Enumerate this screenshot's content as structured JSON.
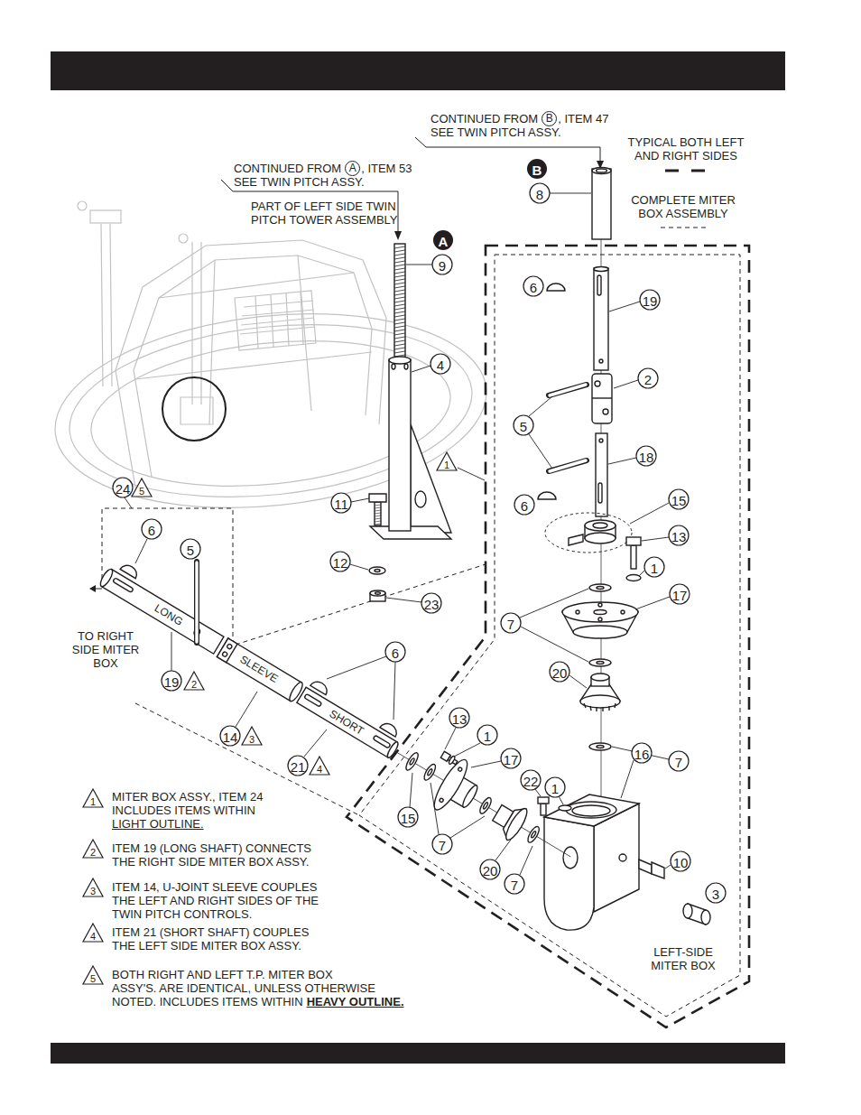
{
  "diagram": {
    "labels": [
      "CONTINUED FROM",
      "B",
      ", ITEM 47",
      "SEE TWIN PITCH ASSY.",
      "CONTINUED FROM",
      "A",
      ", ITEM 53",
      "SEE TWIN PITCH ASSY.",
      "PART OF LEFT SIDE TWIN PITCH TOWER ASSEMBLY",
      "B",
      "8",
      "A",
      "9",
      "6",
      "19",
      "4",
      "2",
      "5",
      "18",
      "1",
      "24",
      "5",
      "6",
      "15",
      "11",
      "13",
      "6",
      "5",
      "1",
      "17",
      "12",
      "23",
      "7",
      "6",
      "20",
      "LONG",
      "19",
      "2",
      "SLEEVE",
      "13",
      "1",
      "14",
      "3",
      "SHORT",
      "16",
      "17",
      "7",
      "21",
      "4",
      "22",
      "1",
      "15",
      "7",
      "10",
      "20",
      "7",
      "3",
      "TO RIGHT SIDE MITER BOX",
      "1",
      "MITER BOX ASSY., ITEM 24",
      "INCLUDES ITEMS WITHIN",
      "LIGHT OUTLINE.",
      "2",
      "ITEM 19 (LONG SHAFT) CONNECTS",
      "THE RIGHT SIDE MITER BOX ASSY.",
      "3",
      "ITEM 14, U-JOINT SLEEVE COUPLES",
      "THE LEFT AND RIGHT SIDES OF THE",
      "TWIN PITCH CONTROLS.",
      "4",
      "ITEM 21 (SHORT SHAFT) COUPLES",
      "THE LEFT SIDE MITER BOX ASSY.",
      "5",
      "BOTH RIGHT AND LEFT T.P. MITER BOX",
      "ASSY'S. ARE IDENTICAL, UNLESS OTHERWISE",
      "NOTED. INCLUDES ITEMS WITHIN",
      "HEAVY OUTLINE.",
      "LEFT-SIDE MITER BOX"
    ],
    "legend": [
      {
        "text": "TYPICAL BOTH LEFT AND RIGHT SIDES"
      },
      {
        "text": "COMPLETE MITER BOX ASSEMBLY"
      }
    ]
  }
}
